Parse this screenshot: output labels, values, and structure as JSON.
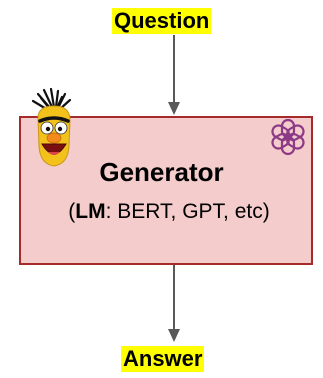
{
  "diagram": {
    "input_label": "Question",
    "output_label": "Answer",
    "generator": {
      "title": "Generator",
      "subtitle_open": "(",
      "subtitle_bold": "LM",
      "subtitle_rest": ": BERT, GPT, etc)"
    },
    "icons": [
      "bert-muppet-icon",
      "openai-logo-icon"
    ],
    "colors": {
      "highlight": "#ffff00",
      "box_fill": "#f4cccc",
      "box_border": "#a52a2a",
      "arrow": "#595959"
    }
  }
}
